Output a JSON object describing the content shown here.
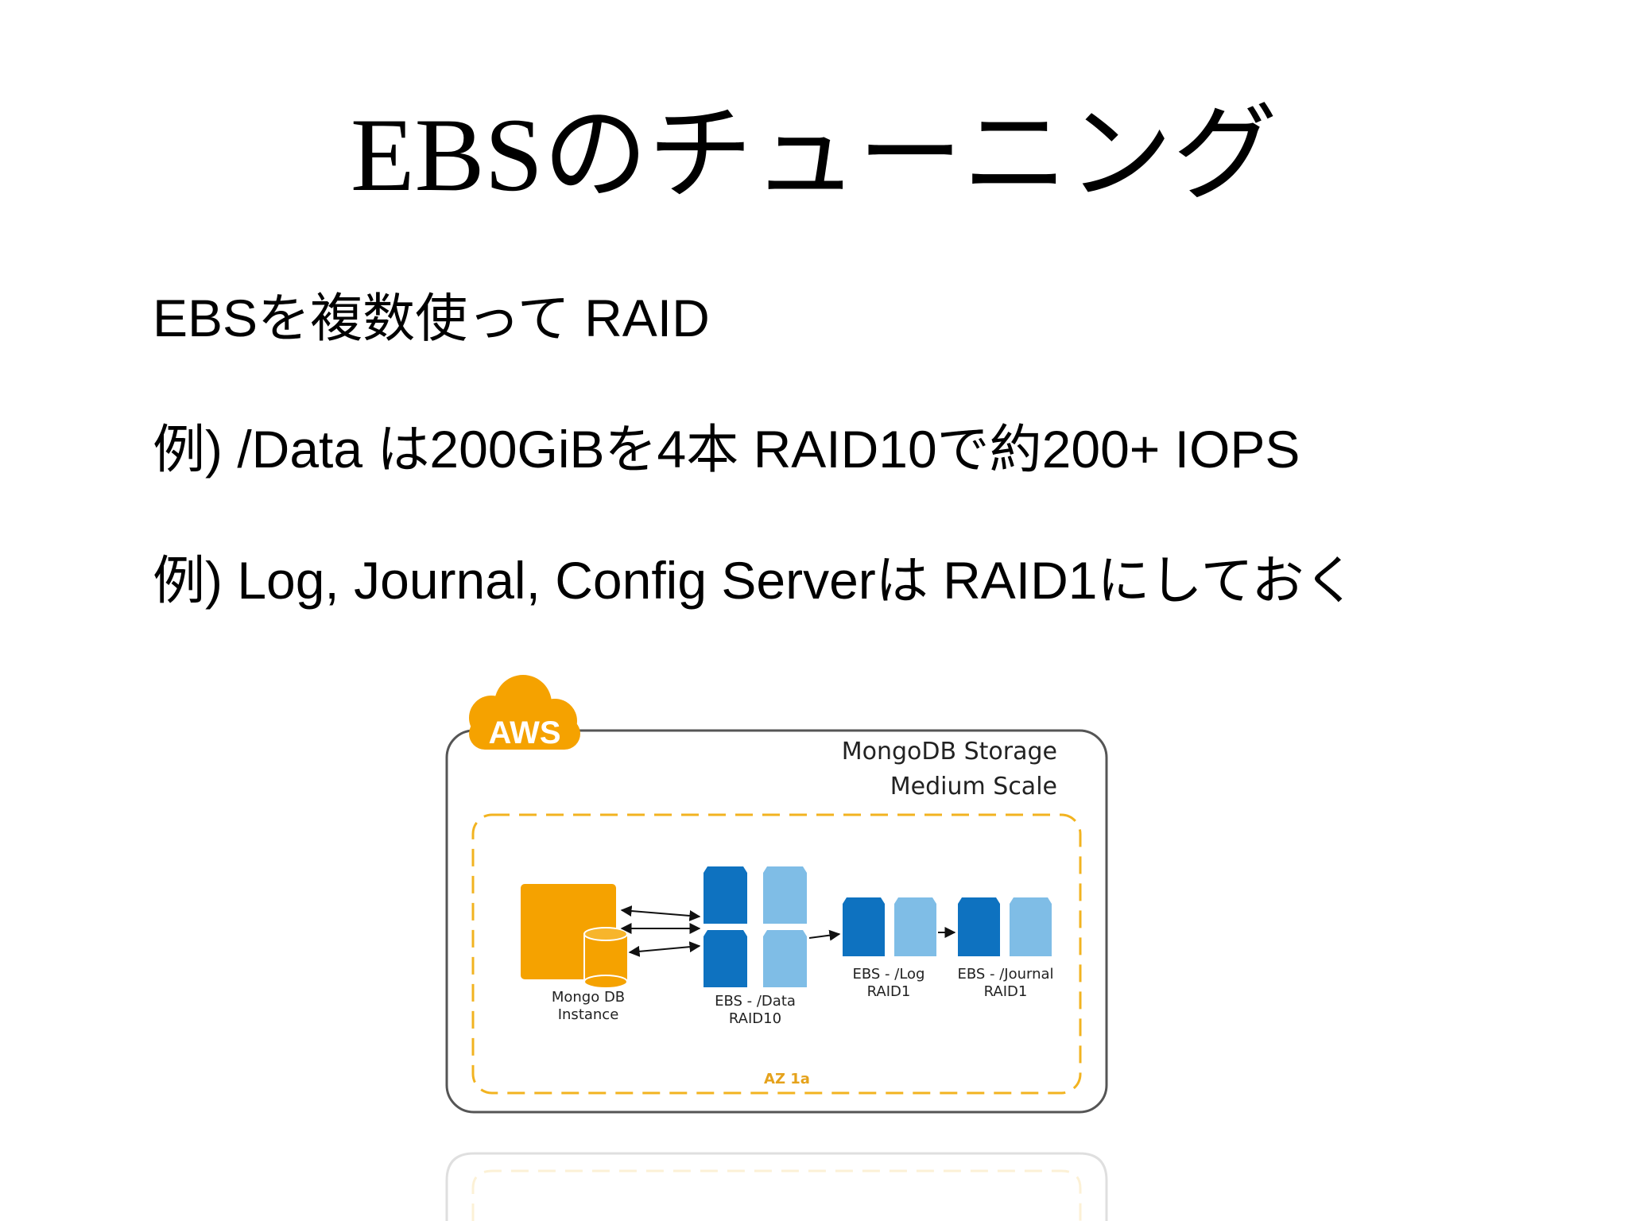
{
  "slide": {
    "title": "EBSのチューニング",
    "bullets": [
      "EBSを複数使って RAID",
      "例) /Data は200GiBを4本 RAID10で約200+ IOPS",
      "例) Log, Journal, Config Serverは RAID1にしておく"
    ]
  },
  "diagram": {
    "cloud_label": "AWS",
    "panel_title_1": "MongoDB Storage",
    "panel_title_2": "Medium Scale",
    "zone_label": "AZ 1a",
    "instance_label_1": "Mongo DB",
    "instance_label_2": "Instance",
    "data_label_1": "EBS - /Data",
    "data_label_2": "RAID10",
    "log_label_1": "EBS - /Log",
    "log_label_2": "RAID1",
    "journal_label_1": "EBS - /Journal",
    "journal_label_2": "RAID1",
    "colors": {
      "orange": "#F5A200",
      "dark_blue": "#0E72C0",
      "light_blue": "#7FBDE6",
      "zone_dash": "#F2B320"
    },
    "icons": [
      "cloud-icon",
      "ec2-instance-icon",
      "database-icon",
      "ebs-volume-icon"
    ]
  }
}
